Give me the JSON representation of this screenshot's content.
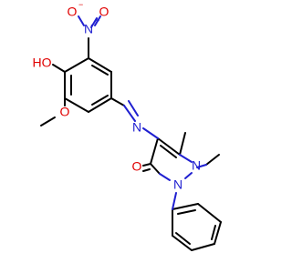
{
  "colors": {
    "carbon_bond": "#000000",
    "nitrogen": "#1f1fd0",
    "oxygen": "#e00000",
    "background": "#ffffff"
  },
  "atom_labels": {
    "hydroxyl": "HO",
    "nitro_n": "N",
    "nitro_o_minus": "O",
    "nitro_o": "O",
    "methoxy_o": "O",
    "imine_n": "N",
    "pyrazole_n1": "N",
    "pyrazole_n2": "N",
    "carbonyl_o": "O"
  },
  "charges": {
    "nitro_n": "+",
    "nitro_o_minus": "−"
  }
}
